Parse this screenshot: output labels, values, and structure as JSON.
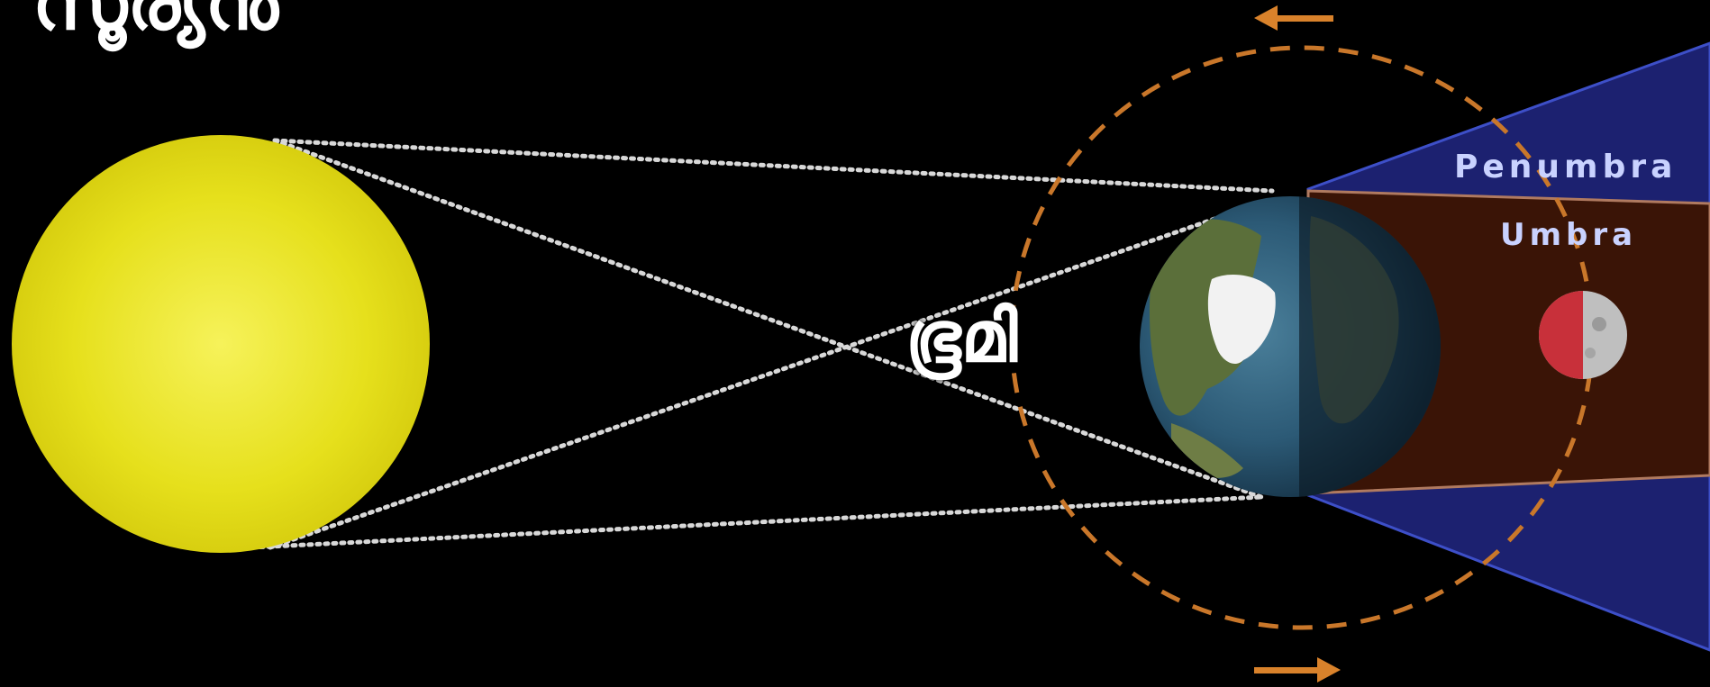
{
  "labels": {
    "sun": "സൂര്യൻ",
    "earth": "ഭൂമി",
    "penumbra": "Penumbra",
    "umbra": "Umbra"
  },
  "colors": {
    "background": "#000000",
    "sun": "#e8e21a",
    "penumbra": "#1c2170",
    "umbra": "#3a1406",
    "orbit": "#c9772a",
    "moon_shadowed": "#c8303a",
    "moon_lit": "#bfbfbf",
    "tangent_lines": "#d8d8d8"
  },
  "icons": {
    "orbit_arrow_top": "arrow-left",
    "orbit_arrow_bottom": "arrow-right"
  }
}
